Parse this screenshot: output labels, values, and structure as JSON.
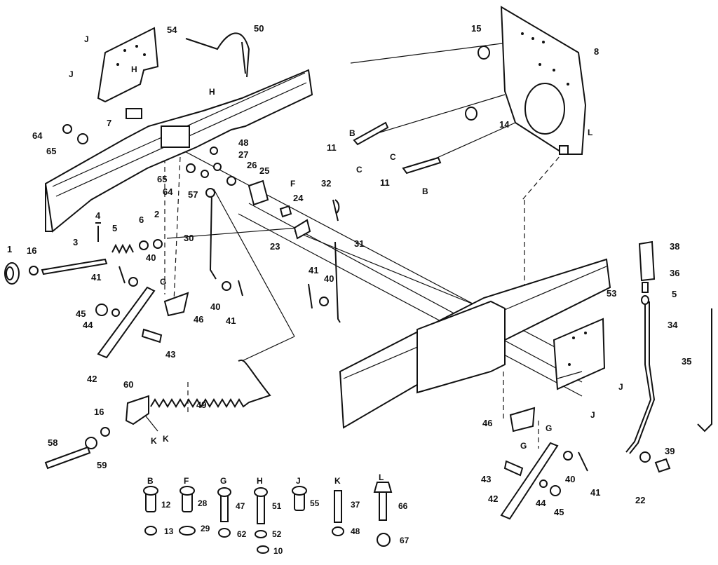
{
  "callouts": [
    {
      "id": "c1",
      "text": "1"
    },
    {
      "id": "c16a",
      "text": "16"
    },
    {
      "id": "c3",
      "text": "3"
    },
    {
      "id": "c4",
      "text": "4"
    },
    {
      "id": "c5a",
      "text": "5"
    },
    {
      "id": "c6",
      "text": "6"
    },
    {
      "id": "c2",
      "text": "2"
    },
    {
      "id": "c30",
      "text": "30"
    },
    {
      "id": "c23",
      "text": "23"
    },
    {
      "id": "c31",
      "text": "31"
    },
    {
      "id": "c32",
      "text": "32"
    },
    {
      "id": "c24",
      "text": "24"
    },
    {
      "id": "c25",
      "text": "25"
    },
    {
      "id": "c26",
      "text": "26"
    },
    {
      "id": "c27",
      "text": "27"
    },
    {
      "id": "c48a",
      "text": "48"
    },
    {
      "id": "c57",
      "text": "57"
    },
    {
      "id": "c64a",
      "text": "64"
    },
    {
      "id": "c65a",
      "text": "65"
    },
    {
      "id": "c64b",
      "text": "64"
    },
    {
      "id": "c65b",
      "text": "65"
    },
    {
      "id": "c7",
      "text": "7"
    },
    {
      "id": "c54",
      "text": "54"
    },
    {
      "id": "c50",
      "text": "50"
    },
    {
      "id": "c15",
      "text": "15"
    },
    {
      "id": "c8",
      "text": "8"
    },
    {
      "id": "c14",
      "text": "14"
    },
    {
      "id": "c11a",
      "text": "11"
    },
    {
      "id": "c11b",
      "text": "11"
    },
    {
      "id": "c38",
      "text": "38"
    },
    {
      "id": "c36",
      "text": "36"
    },
    {
      "id": "c5b",
      "text": "5"
    },
    {
      "id": "c34",
      "text": "34"
    },
    {
      "id": "c35",
      "text": "35"
    },
    {
      "id": "c53",
      "text": "53"
    },
    {
      "id": "c41a",
      "text": "41"
    },
    {
      "id": "c40a",
      "text": "40"
    },
    {
      "id": "c40b",
      "text": "40"
    },
    {
      "id": "c41b",
      "text": "41"
    },
    {
      "id": "c41c",
      "text": "41"
    },
    {
      "id": "c40c",
      "text": "40"
    },
    {
      "id": "c45a",
      "text": "45"
    },
    {
      "id": "c44a",
      "text": "44"
    },
    {
      "id": "c46a",
      "text": "46"
    },
    {
      "id": "c43a",
      "text": "43"
    },
    {
      "id": "c42a",
      "text": "42"
    },
    {
      "id": "c49",
      "text": "49"
    },
    {
      "id": "c60",
      "text": "60"
    },
    {
      "id": "c16b",
      "text": "16"
    },
    {
      "id": "c58",
      "text": "58"
    },
    {
      "id": "c59",
      "text": "59"
    },
    {
      "id": "c46b",
      "text": "46"
    },
    {
      "id": "c43b",
      "text": "43"
    },
    {
      "id": "c42b",
      "text": "42"
    },
    {
      "id": "c44b",
      "text": "44"
    },
    {
      "id": "c45b",
      "text": "45"
    },
    {
      "id": "c40d",
      "text": "40"
    },
    {
      "id": "c41d",
      "text": "41"
    },
    {
      "id": "c22",
      "text": "22"
    },
    {
      "id": "c39",
      "text": "39"
    }
  ],
  "refs": [
    {
      "id": "rJ1",
      "text": "J"
    },
    {
      "id": "rJ2",
      "text": "J"
    },
    {
      "id": "rH1",
      "text": "H"
    },
    {
      "id": "rH2",
      "text": "H"
    },
    {
      "id": "rB1",
      "text": "B"
    },
    {
      "id": "rC1",
      "text": "C"
    },
    {
      "id": "rC2",
      "text": "C"
    },
    {
      "id": "rB2",
      "text": "B"
    },
    {
      "id": "rL",
      "text": "L"
    },
    {
      "id": "rF",
      "text": "F"
    },
    {
      "id": "rG1",
      "text": "G"
    },
    {
      "id": "rK1",
      "text": "K"
    },
    {
      "id": "rK2",
      "text": "K"
    },
    {
      "id": "rJ3",
      "text": "J"
    },
    {
      "id": "rJ4",
      "text": "J"
    },
    {
      "id": "rG2",
      "text": "G"
    },
    {
      "id": "rG3",
      "text": "G"
    }
  ],
  "hardware_key": [
    {
      "letter": "B",
      "bolt": "12",
      "nut": "13"
    },
    {
      "letter": "F",
      "bolt": "28",
      "nut": "29"
    },
    {
      "letter": "G",
      "bolt": "47",
      "nut": "62"
    },
    {
      "letter": "H",
      "bolt": "51",
      "nut": "52",
      "extra": "10"
    },
    {
      "letter": "J",
      "bolt": "55"
    },
    {
      "letter": "K",
      "bolt": "37",
      "nut": "48"
    },
    {
      "letter": "L",
      "bolt": "66",
      "nut": "67"
    }
  ]
}
